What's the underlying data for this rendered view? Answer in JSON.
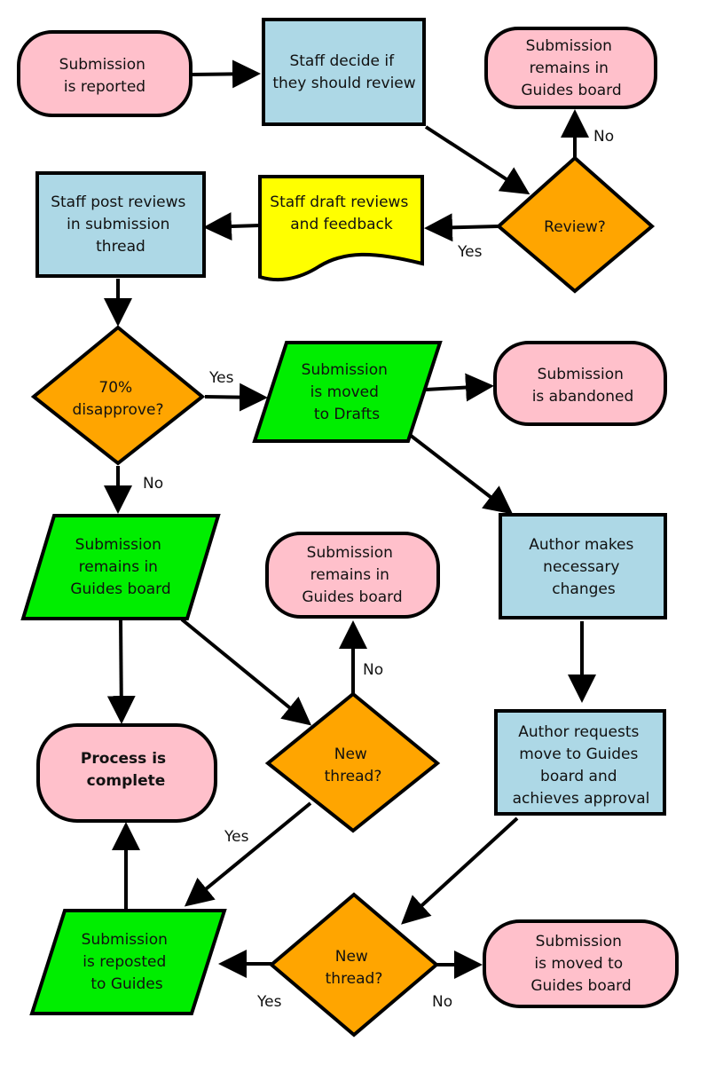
{
  "colors": {
    "terminal": "#ffc0cb",
    "process": "#add8e6",
    "decision": "#ffa500",
    "io": "#00ee00",
    "document": "#ffff00",
    "stroke": "#000000"
  },
  "nodes": {
    "reported": {
      "lines": [
        "Submission",
        "is reported"
      ]
    },
    "staff_decide": {
      "lines": [
        "Staff decide if",
        "they should review"
      ]
    },
    "remains_top": {
      "lines": [
        "Submission",
        "remains in",
        "Guides board"
      ]
    },
    "review": {
      "lines": [
        "Review?"
      ]
    },
    "draft_reviews": {
      "lines": [
        "Staff draft reviews",
        "and feedback"
      ]
    },
    "post_reviews": {
      "lines": [
        "Staff post reviews",
        "in submission",
        "thread"
      ]
    },
    "disapprove": {
      "lines": [
        "70%",
        "disapprove?"
      ]
    },
    "moved_drafts": {
      "lines": [
        "Submission",
        "is moved",
        "to Drafts"
      ]
    },
    "abandoned": {
      "lines": [
        "Submission",
        "is abandoned"
      ]
    },
    "remains_guides": {
      "lines": [
        "Submission",
        "remains in",
        "Guides board"
      ]
    },
    "remains_mid": {
      "lines": [
        "Submission",
        "remains in",
        "Guides board"
      ]
    },
    "author_changes": {
      "lines": [
        "Author makes",
        "necessary",
        "changes"
      ]
    },
    "complete": {
      "lines": [
        "Process is",
        "complete"
      ]
    },
    "new_thread_1": {
      "lines": [
        "New",
        "thread?"
      ]
    },
    "author_requests": {
      "lines": [
        "Author requests",
        "move to Guides",
        "board and",
        "achieves approval"
      ]
    },
    "reposted": {
      "lines": [
        "Submission",
        "is reposted",
        "to Guides"
      ]
    },
    "new_thread_2": {
      "lines": [
        "New",
        "thread?"
      ]
    },
    "moved_guides": {
      "lines": [
        "Submission",
        "is moved to",
        "Guides board"
      ]
    }
  },
  "edge_labels": {
    "review_no": "No",
    "review_yes": "Yes",
    "disapprove_yes": "Yes",
    "disapprove_no": "No",
    "new_thread_1_no": "No",
    "new_thread_1_yes": "Yes",
    "new_thread_2_yes": "Yes",
    "new_thread_2_no": "No"
  }
}
